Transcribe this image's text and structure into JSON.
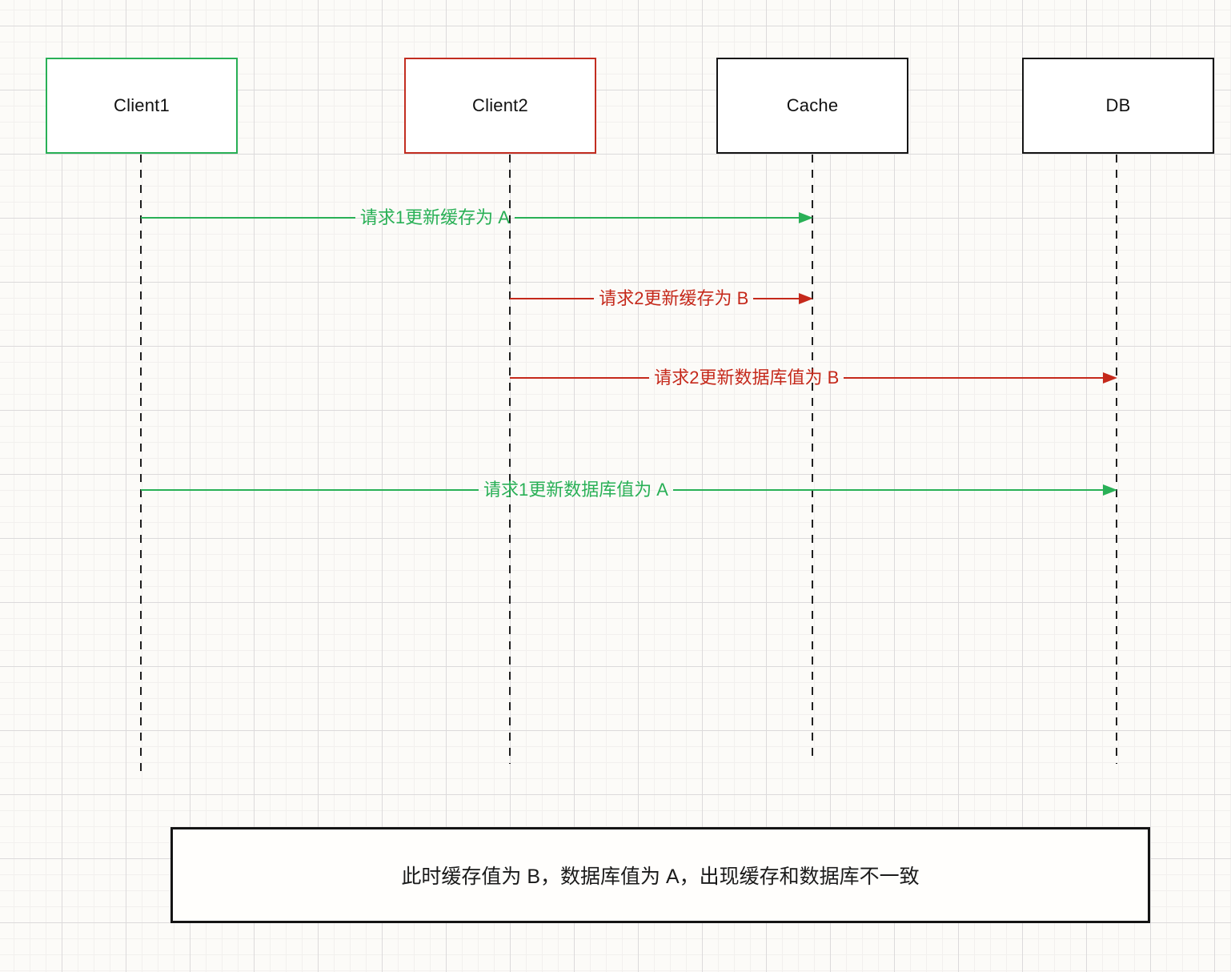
{
  "diagram": {
    "actors": [
      {
        "label": "Client1",
        "border_color": "#29b056"
      },
      {
        "label": "Client2",
        "border_color": "#c22d20"
      },
      {
        "label": "Cache",
        "border_color": "#141414"
      },
      {
        "label": "DB",
        "border_color": "#141414"
      }
    ],
    "messages": [
      {
        "from": "Client1",
        "to": "Cache",
        "label": "请求1更新缓存为 A",
        "color": "#29b056"
      },
      {
        "from": "Client2",
        "to": "Cache",
        "label": "请求2更新缓存为 B",
        "color": "#c5291b"
      },
      {
        "from": "Client2",
        "to": "DB",
        "label": "请求2更新数据库值为 B",
        "color": "#c5291b"
      },
      {
        "from": "Client1",
        "to": "DB",
        "label": "请求1更新数据库值为 A",
        "color": "#29b056"
      }
    ],
    "note_text": "此时缓存值为 B，数据库值为 A，出现缓存和数据库不一致"
  }
}
